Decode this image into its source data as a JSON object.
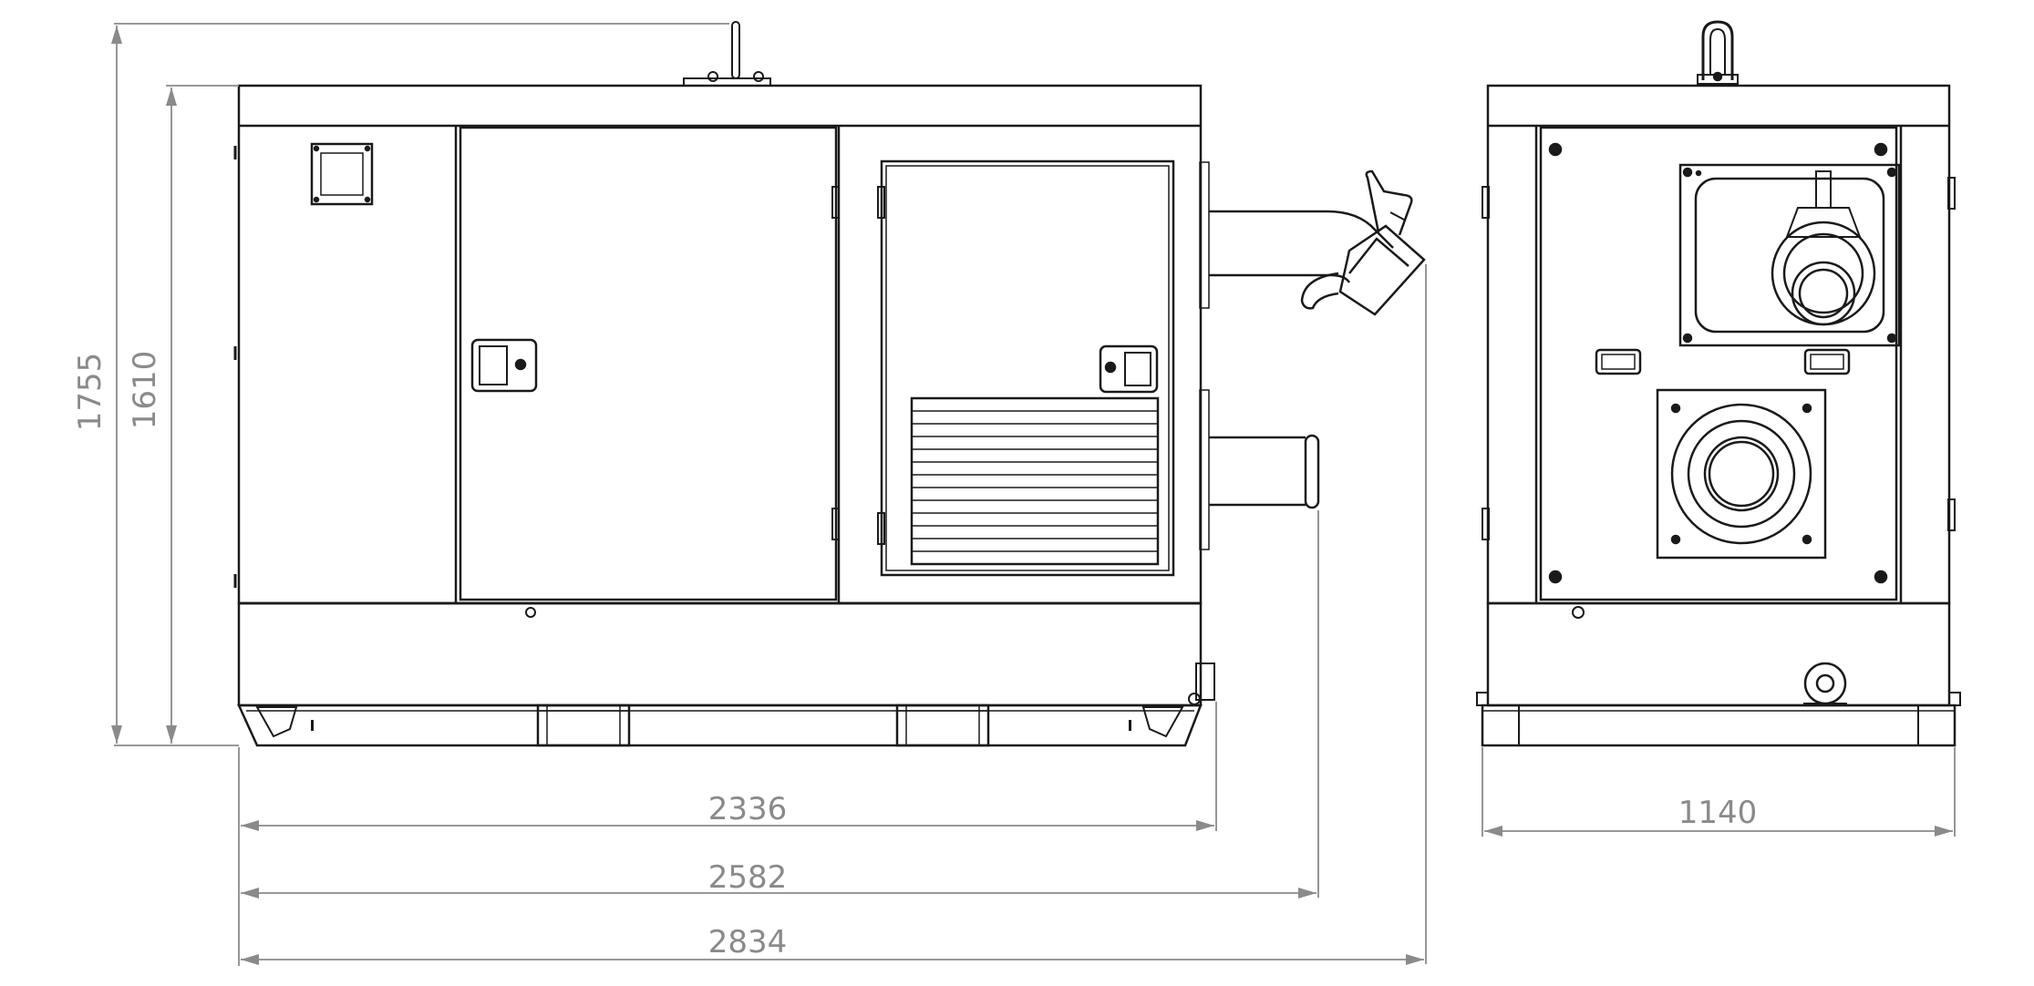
{
  "dimensions": {
    "height_total": "1755",
    "height_body": "1610",
    "length_body": "2336",
    "length_discharge": "2582",
    "length_total": "2834",
    "width": "1140"
  },
  "colors": {
    "line": "#1a1a1a",
    "dimension": "#8a8a8a",
    "background": "#ffffff"
  }
}
